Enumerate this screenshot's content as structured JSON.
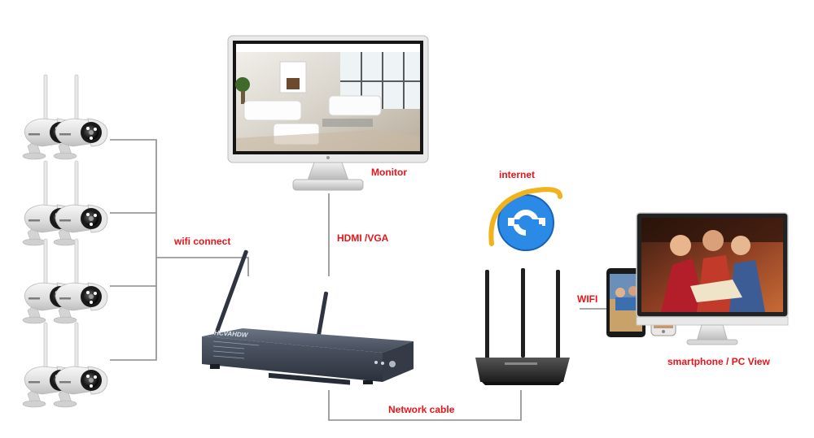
{
  "labels": {
    "monitor": "Monitor",
    "internet": "internet",
    "wifi_connect": "wifi connect",
    "hdmi_vga": "HDMI /VGA",
    "wifi": "WIFI",
    "network_cable": "Network cable",
    "viewers": "smartphone / PC View",
    "nvr_brand": "HCVAHDW"
  },
  "colors": {
    "label_red": "#e8141a",
    "line_gray": "#8a8a8a",
    "nvr_body": "#3d4656",
    "ie_blue": "#1e78d6"
  },
  "cameras": {
    "count": 8,
    "columns": 2,
    "rows": 4
  },
  "router": {
    "antennas": 3
  }
}
